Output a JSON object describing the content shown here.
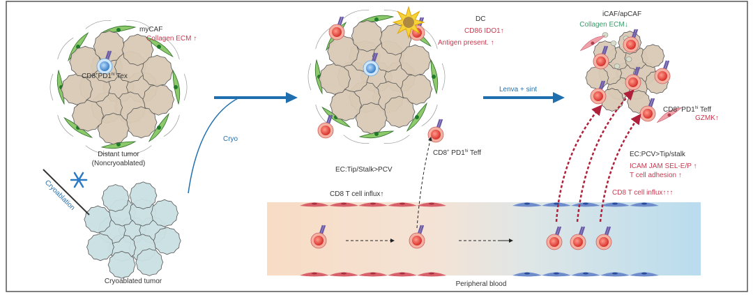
{
  "colors": {
    "arrow_blue": "#1f6fae",
    "up_red": "#c8394f",
    "down_green": "#3a9a6a",
    "caf_green": "#8cc96a",
    "tumor_beige": "#d9c9b5",
    "cryo_blue": "#c9dfe3",
    "teff_red": "#e0453d",
    "tex_blue": "#4a8fd0",
    "dc_yellow": "#f2c830"
  },
  "left": {
    "mycaf": "myCAF",
    "collagen": "Collagen ECM ↑",
    "tex_a": "CD8",
    "tex_sup1": "+",
    "tex_b": "PD1",
    "tex_sup2": "hi",
    "tex_c": " Tex",
    "distant_line1": "Distant tumor",
    "distant_line2": "(Noncryoablated)",
    "cryoablation": "Cryoablation",
    "cryoablated_tumor": "Cryoablated tumor",
    "snowflake_icon": "snowflake-icon"
  },
  "arrow1": {
    "label": "Cryo"
  },
  "middle": {
    "dc": "DC",
    "cd86": "CD86 IDO1↑",
    "antigen": "Antigen present. ↑",
    "teff_a": "CD8",
    "teff_sup1": "+",
    "teff_b": " PD1",
    "teff_sup2": "hi",
    "teff_c": " Teff",
    "ec": "EC:Tip/Stalk>PCV",
    "influx": "CD8 T cell influx↑"
  },
  "arrow2": {
    "label": "Lenva + sint"
  },
  "right": {
    "icaf": "iCAF/apCAF",
    "collagen": "Collagen ECM↓",
    "teff_a": "CD8",
    "teff_sup1": "+",
    "teff_b": " PD1",
    "teff_sup2": "hi",
    "teff_c": " Teff",
    "gzmk": "GZMK↑",
    "ec": "EC:PCV>Tip/stalk",
    "icam": "ICAM JAM SEL-E/P ↑",
    "adhesion": "T cell adhesion ↑",
    "influx": "CD8 T cell influx↑↑↑"
  },
  "vessel": {
    "label": "Peripheral blood"
  }
}
